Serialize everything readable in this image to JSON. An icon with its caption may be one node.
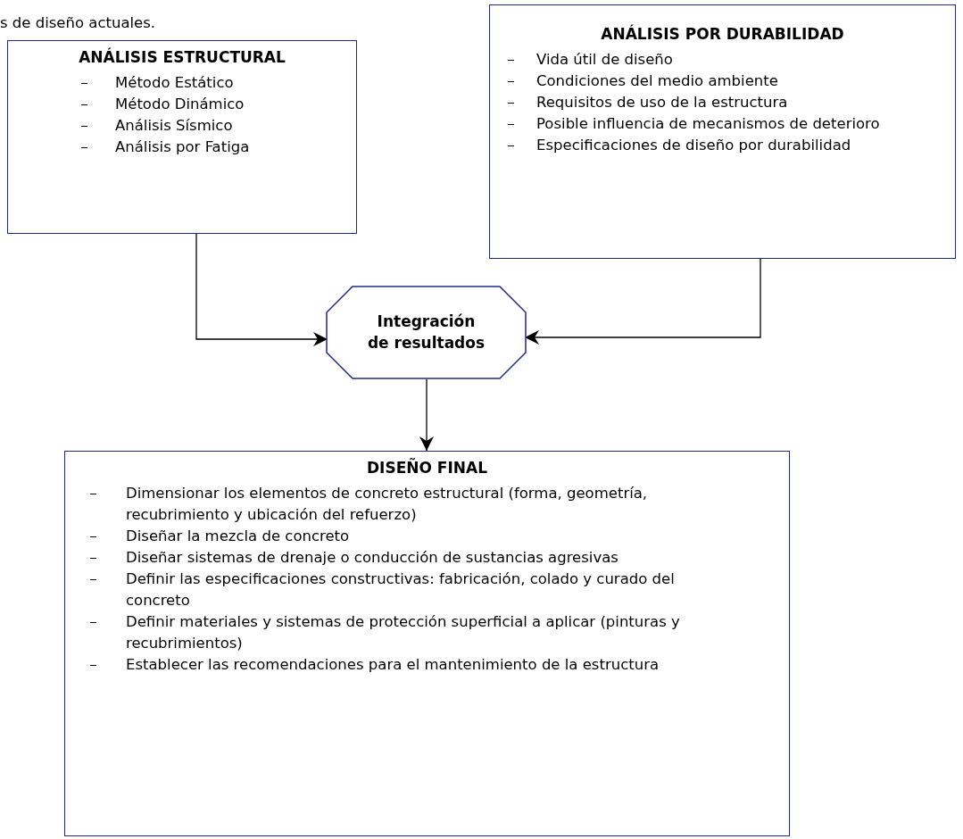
{
  "diagram": {
    "nodes": [
      {
        "text": [
          "ANÁLISIS ESTRUCTURAL",
          "Método Estático",
          "Método Dinámico",
          "Análisis Sísmico",
          "Análisis por Fatiga"
        ]
      },
      {
        "text": [
          "ANÁLISIS POR DURABILIDAD",
          "Vida útil de diseño",
          "Condiciones del medio ambiente",
          "Requisitos de uso de la estructura",
          "Posible influencia de mecanismos de deterioro",
          "Especificaciones de diseño por durabilidad"
        ]
      },
      {
        "text": [
          "Integración de resultados"
        ]
      },
      {
        "text": [
          "DISEÑO FINAL",
          "Dimensionar los elementos de concreto estructural (forma, geometría, recubrimiento y ubicación del refuerzo)",
          "Diseñar la mezcla de concreto",
          "Diseñar sistemas de drenaje o conducción de sustancias agresivas",
          "Definir las especificaciones constructivas: fabricación, colado y curado del concreto",
          "Definir materiales y sistemas de protección superficial a aplicar (pinturas y recubrimientos)",
          "Establecer las recomendaciones para el mantenimiento de la estructura"
        ]
      }
    ],
    "edges": [
      {
        "from": 0,
        "to": 2,
        "arrow": "to"
      },
      {
        "from": 1,
        "to": 2,
        "arrow": "to"
      },
      {
        "from": 2,
        "to": 3,
        "arrow": "to"
      }
    ],
    "labels": [
      "s de diseño actuales."
    ]
  }
}
